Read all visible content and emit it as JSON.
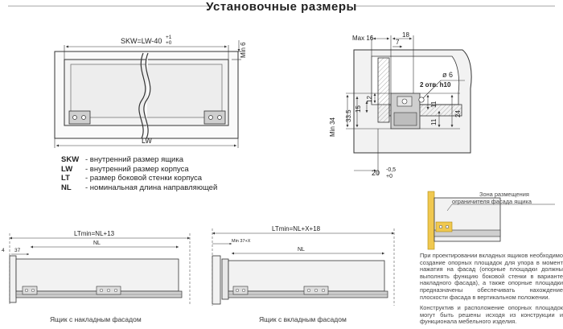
{
  "page": {
    "title": "Установочные размеры"
  },
  "front_view": {
    "skw_label": "SKW=LW-40",
    "skw_tol_plus": "+1",
    "skw_tol_zero": "+0",
    "min6_label": "Min 6",
    "lw_label": "LW"
  },
  "legend": [
    {
      "code": "SKW",
      "text": "- внутренний размер ящика"
    },
    {
      "code": "LW",
      "text": "- внутренний размер корпуса"
    },
    {
      "code": "LT",
      "text": "- размер боковой стенки корпуса"
    },
    {
      "code": "NL",
      "text": "- номинальная длина направляющей"
    }
  ],
  "section_view": {
    "max16": "Max 16",
    "d18": "18",
    "d7": "7",
    "d12": "12",
    "d15": "15",
    "min34": "Min 34",
    "d33_5": "33.5",
    "d11a": "11",
    "d11b": "11",
    "d24": "24",
    "hole_dia": "ø 6",
    "hole_note": "2 отв. h10",
    "d20": "20",
    "tol_minus": "-0,5",
    "tol_plus": "+0"
  },
  "overlay_view": {
    "lt_label": "LTmin=NL+13",
    "nl_label": "NL",
    "d4": "4",
    "d37": "37",
    "caption": "Ящик с накладным фасадом"
  },
  "inset_view": {
    "lt_label": "LTmin=NL+X+18",
    "min_label": "Min 37+X",
    "nl_label": "NL",
    "caption": "Ящик с вкладным фасадом"
  },
  "notes": {
    "zone_label_line1": "Зона размещения",
    "zone_label_line2": "ограничителя фасада ящика",
    "paragraph1": "При проектировании вкладных ящиков необходимо создание опорных площадок для упора в момент нажатия на фасад (опорные площадки должны выполнять функцию боковой стенки в варианте накладного фасада), а также опорные площадки предназначены обеспечивать нахождение плоскости фасада в вертикальном положении.",
    "paragraph2": "Конструктив и расположение опорных площадок могут быть решены исходя из конструкции и функционала мебельного изделия."
  },
  "colors": {
    "line": "#333333",
    "panel_fill": "#f2f2f2",
    "slide_fill": "#cfcfcf",
    "accent_yellow": "#e0b020"
  }
}
